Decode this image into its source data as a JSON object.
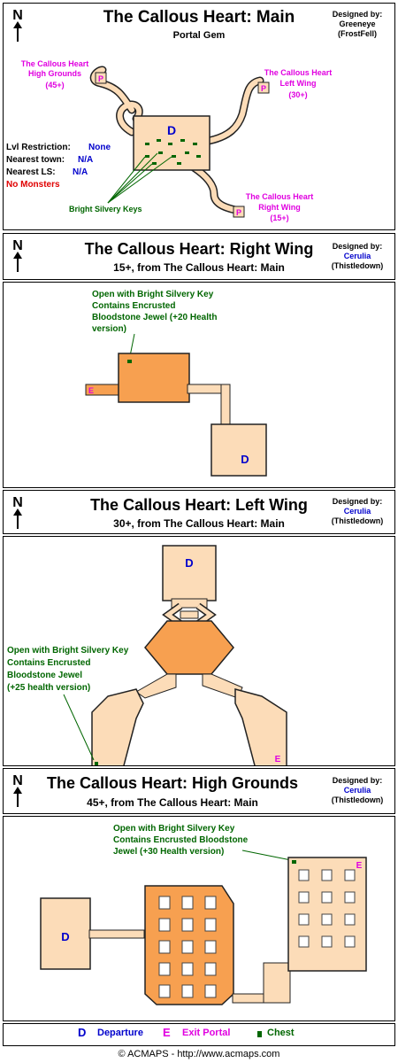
{
  "main": {
    "title": "The Callous Heart: Main",
    "subtitle": "Portal Gem",
    "designed_by_label": "Designed by:",
    "designer": "Greeneye",
    "server": "(FrostFell)",
    "labels": {
      "high_grounds": [
        "The Callous Heart",
        "High Grounds",
        "(45+)"
      ],
      "left_wing": [
        "The Callous Heart",
        "Left Wing",
        "(30+)"
      ],
      "right_wing": [
        "The Callous Heart",
        "Right Wing",
        "(15+)"
      ],
      "keys": "Bright Silvery Keys"
    },
    "info": {
      "lvl_label": "Lvl Restriction:",
      "lvl_value": "None",
      "town_label": "Nearest town:",
      "town_value": "N/A",
      "ls_label": "Nearest LS:",
      "ls_value": "N/A",
      "monsters": "No Monsters"
    }
  },
  "right_wing": {
    "title": "The Callous Heart: Right Wing",
    "subtitle": "15+, from The Callous Heart: Main",
    "designed_by_label": "Designed by:",
    "designer": "Cerulia",
    "server": "(Thistledown)",
    "note": [
      "Open with Bright Silvery Key",
      "Contains Encrusted",
      "Bloodstone Jewel (+20 Health",
      "version)"
    ]
  },
  "left_wing": {
    "title": "The Callous Heart: Left Wing",
    "subtitle": "30+, from The Callous Heart: Main",
    "designed_by_label": "Designed by:",
    "designer": "Cerulia",
    "server": "(Thistledown)",
    "note": [
      "Open with Bright Silvery Key",
      "Contains Encrusted",
      "Bloodstone Jewel",
      "(+25 health version)"
    ]
  },
  "high_grounds": {
    "title": "The Callous Heart: High Grounds",
    "subtitle": "45+, from The Callous Heart: Main",
    "designed_by_label": "Designed by:",
    "designer": "Cerulia",
    "server": "(Thistledown)",
    "note": [
      "Open with Bright Silvery Key",
      "Contains Encrusted Bloodstone",
      "Jewel (+30 Health version)"
    ]
  },
  "markers": {
    "departure": "D",
    "exit": "E",
    "portal": "P",
    "north": "N"
  },
  "legend": {
    "departure": "Departure",
    "exit": "Exit Portal",
    "chest": "Chest"
  },
  "footer": "© ACMAPS - http://www.acmaps.com",
  "colors": {
    "floor": "#fcdcb8",
    "chest_room": "#f7a050",
    "blue": "#0000cc",
    "magenta": "#e000e0",
    "green": "#006600",
    "red": "#e00000"
  }
}
